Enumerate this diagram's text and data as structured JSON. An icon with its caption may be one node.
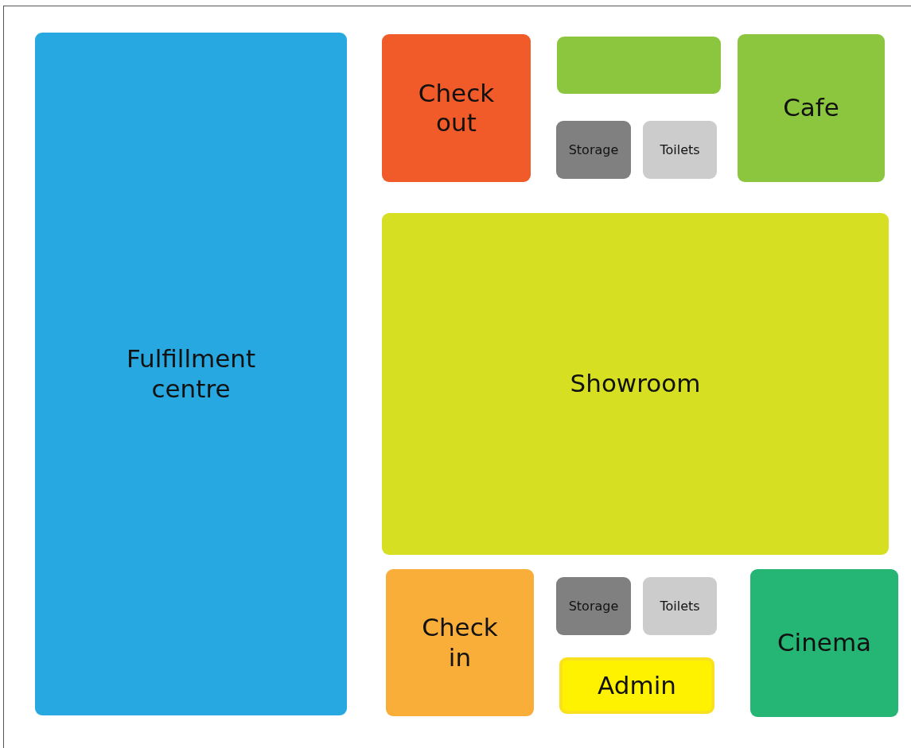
{
  "diagram": {
    "nodes": [
      {
        "text": [
          "Fulfillment centre"
        ]
      },
      {
        "text": [
          "Check out"
        ]
      },
      {
        "text": [],
        "shape": "box"
      },
      {
        "text": [
          "Cafe"
        ]
      },
      {
        "text": [
          "Storage"
        ]
      },
      {
        "text": [
          "Toilets"
        ]
      },
      {
        "text": [
          "Showroom"
        ]
      },
      {
        "text": [
          "Check in"
        ]
      },
      {
        "text": [
          "Storage"
        ]
      },
      {
        "text": [
          "Toilets"
        ]
      },
      {
        "text": [
          "Cinema"
        ]
      },
      {
        "text": [
          "Admin"
        ]
      }
    ]
  }
}
